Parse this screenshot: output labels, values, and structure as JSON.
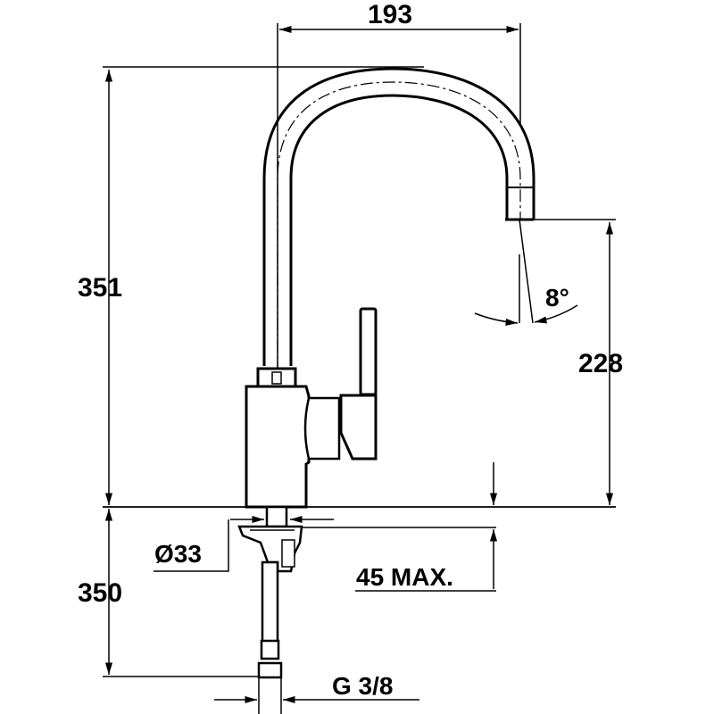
{
  "drawing": {
    "subject": "kitchen faucet technical drawing",
    "stroke_color": "#000000",
    "background_color": "#ffffff"
  },
  "dimensions": {
    "spout_reach": "193",
    "total_height": "351",
    "spout_height": "228",
    "spout_angle": "8°",
    "hole_diameter": "Ø33",
    "below_counter_length": "350",
    "max_counter_thickness": "45 MAX.",
    "connection_thread": "G 3/8"
  }
}
